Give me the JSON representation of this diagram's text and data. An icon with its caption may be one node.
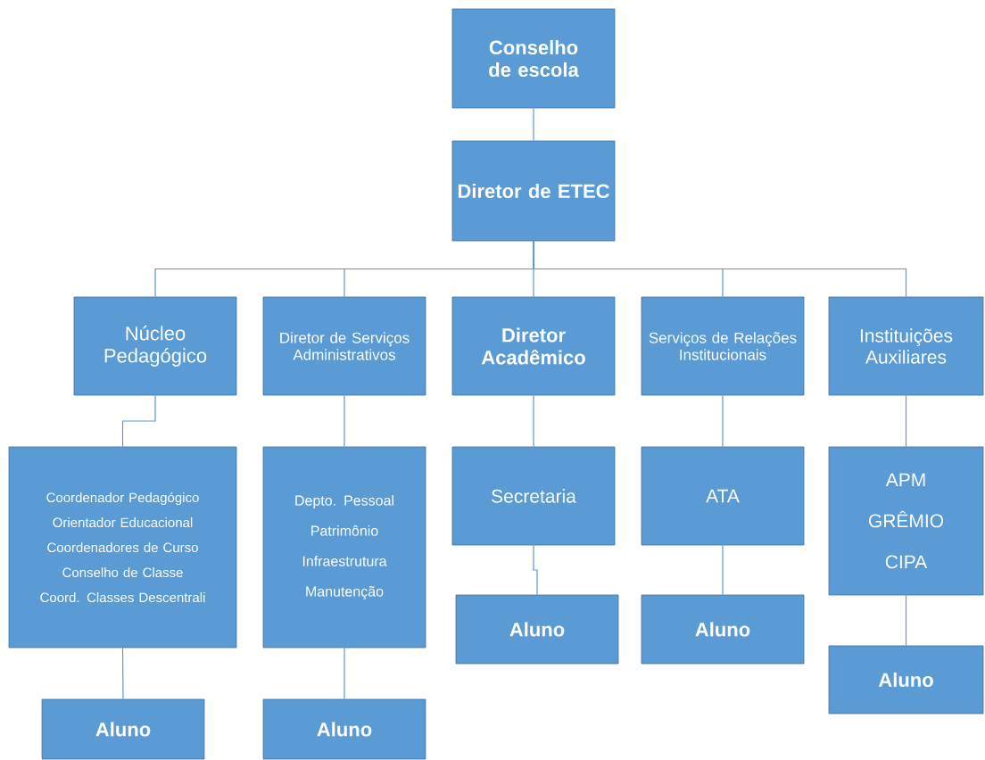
{
  "diagram": {
    "nodes": [
      {
        "text": [
          "Conselho de escola"
        ]
      },
      {
        "text": [
          "Diretor de ETEC"
        ]
      },
      {
        "text": [
          "Núcleo Pedagógico"
        ]
      },
      {
        "text": [
          "Diretor de Serviços Administrativos"
        ]
      },
      {
        "text": [
          "Diretor Acadêmico"
        ]
      },
      {
        "text": [
          "Serviços de Relações Institucionais"
        ]
      },
      {
        "text": [
          "Instituições Auxiliares"
        ]
      },
      {
        "text": [
          "Coordenador  Pedagógico",
          "Orientador Educacional",
          "Coordenadores de Curso",
          "Conselho de Classe",
          "Coord. Classes Descentrali"
        ]
      },
      {
        "text": [
          "Depto. Pessoal",
          "Patrimônio",
          "Infraestrutura",
          "Manutenção"
        ]
      },
      {
        "text": [
          "Secretaria"
        ]
      },
      {
        "text": [
          "ATA"
        ]
      },
      {
        "text": [
          "APM",
          "GRÊMIO",
          "CIPA"
        ]
      },
      {
        "text": [
          "Aluno"
        ]
      },
      {
        "text": [
          "Aluno"
        ]
      },
      {
        "text": [
          "Aluno"
        ]
      },
      {
        "text": [
          "Aluno"
        ]
      },
      {
        "text": [
          "Aluno"
        ]
      }
    ],
    "edges": [
      {
        "from": 0,
        "to": 1,
        "arrow": "none"
      },
      {
        "from": 1,
        "to": 2,
        "arrow": "none"
      },
      {
        "from": 1,
        "to": 3,
        "arrow": "none"
      },
      {
        "from": 1,
        "to": 4,
        "arrow": "none"
      },
      {
        "from": 1,
        "to": 5,
        "arrow": "none"
      },
      {
        "from": 1,
        "to": 6,
        "arrow": "none"
      },
      {
        "from": 2,
        "to": 7,
        "arrow": "none"
      },
      {
        "from": 3,
        "to": 8,
        "arrow": "none"
      },
      {
        "from": 4,
        "to": 9,
        "arrow": "none"
      },
      {
        "from": 5,
        "to": 10,
        "arrow": "none"
      },
      {
        "from": 6,
        "to": 11,
        "arrow": "none"
      },
      {
        "from": 7,
        "to": 12,
        "arrow": "none"
      },
      {
        "from": 8,
        "to": 13,
        "arrow": "none"
      },
      {
        "from": 9,
        "to": 14,
        "arrow": "none"
      },
      {
        "from": 10,
        "to": 15,
        "arrow": "none"
      },
      {
        "from": 11,
        "to": 16,
        "arrow": "none"
      }
    ]
  }
}
